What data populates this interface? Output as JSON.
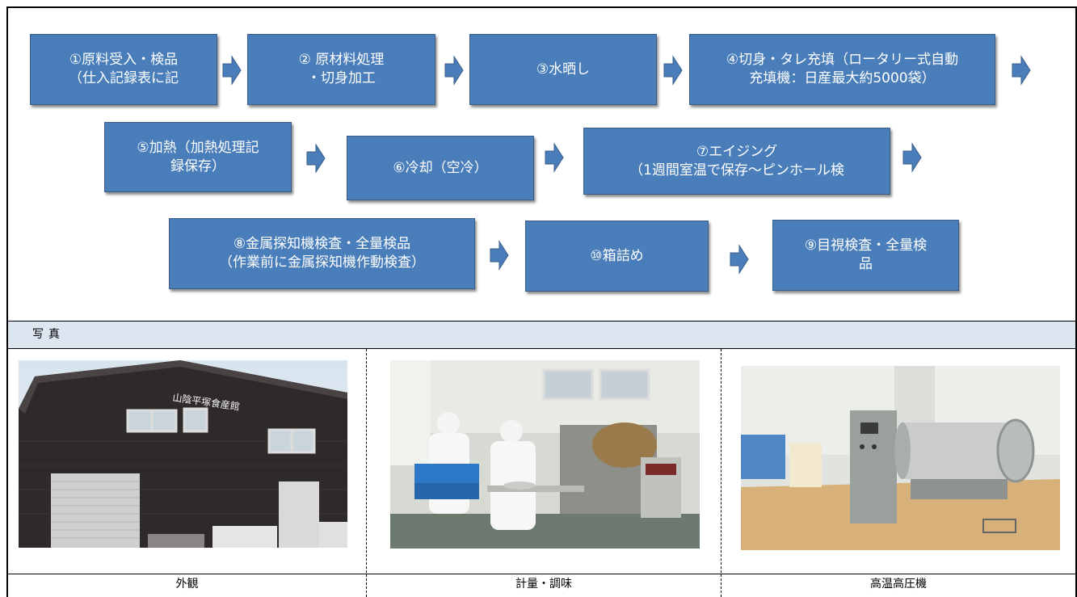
{
  "flow": {
    "steps": [
      "①原料受入・検品\n（仕入記録表に記",
      "② 原材料処理\n・切身加工",
      "③水晒し",
      "④切身・タレ充填（ロータリー式自動\n充填機：日産最大約5000袋）",
      "⑤加熱（加熱処理記\n録保存）",
      "⑥冷却（空冷）",
      "⑦エイジング\n（1週間室温で保存～ピンホール検",
      "⑧金属探知機検査・全量検品\n（作業前に金属探知機作動検査）",
      "⑩箱詰め",
      "⑨目視検査・全量検\n品"
    ],
    "colors": {
      "box": "#4a7ebb",
      "box_border": "#385d8a",
      "arrow": "#4a7ebb"
    }
  },
  "photos": {
    "header": "写真",
    "items": [
      {
        "caption": "外観",
        "sign_text": "山陰平塚食産館"
      },
      {
        "caption": "計量・調味"
      },
      {
        "caption": "高温高圧機"
      }
    ]
  }
}
